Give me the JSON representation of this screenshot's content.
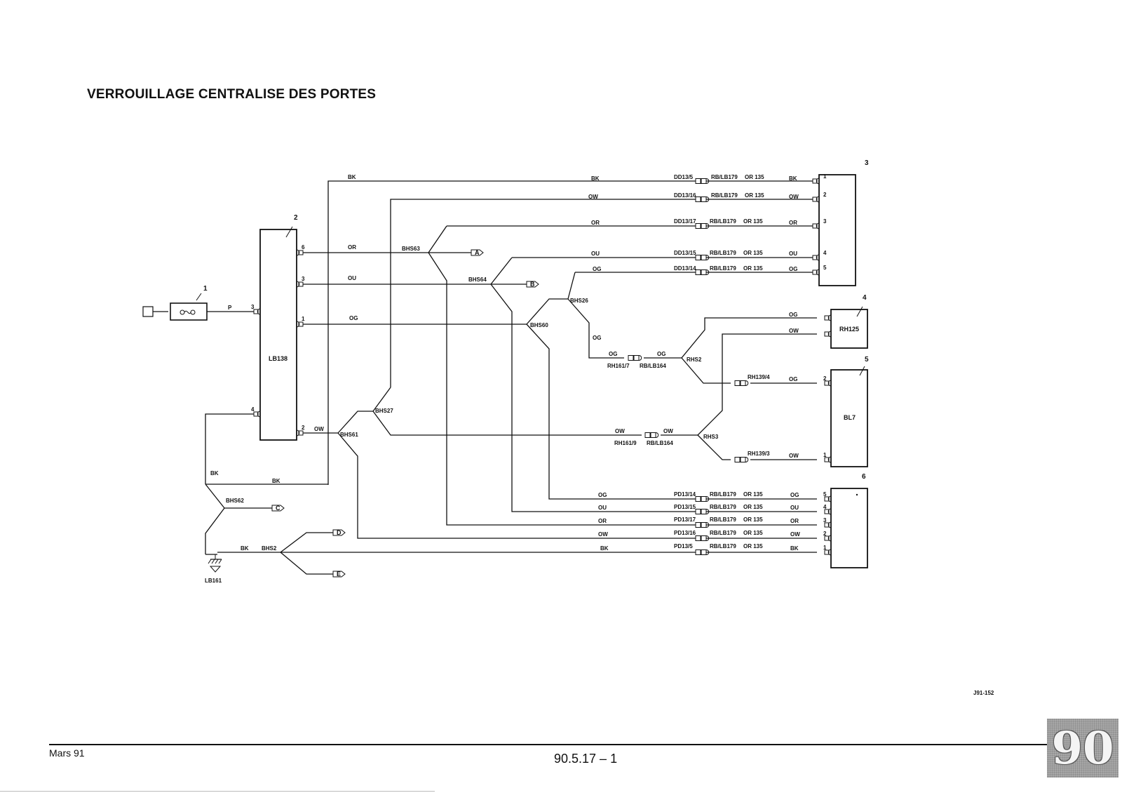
{
  "title": "VERROUILLAGE CENTRALISE DES PORTES",
  "footer": {
    "date": "Mars 91",
    "page_number": "90.5.17 – 1",
    "section_tab": "90"
  },
  "ref_code": "J91-152",
  "components": {
    "c1": {
      "number": "1"
    },
    "c2": {
      "number": "2",
      "label": "LB138"
    },
    "c3": {
      "number": "3"
    },
    "c4": {
      "number": "4",
      "label": "RH125"
    },
    "c5": {
      "number": "5",
      "label": "BL7"
    },
    "c6": {
      "number": "6"
    }
  },
  "splices": [
    "BHS63",
    "BHS64",
    "BHS26",
    "BHS60",
    "BHS27",
    "BHS61",
    "BHS62",
    "BHS2",
    "RHS2",
    "RHS3"
  ],
  "ground": "LB161",
  "offpage_markers": [
    "A",
    "B",
    "C",
    "D",
    "E"
  ],
  "wire_colors": {
    "bk": "BK",
    "ow": "OW",
    "or": "OR",
    "ou": "OU",
    "og": "OG",
    "p": "P"
  },
  "connectors": {
    "rb_lb179": "RB/LB179",
    "or135": "OR 135",
    "dd13_5": "DD13/5",
    "dd13_16": "DD13/16",
    "dd13_17": "DD13/17",
    "dd13_15": "DD13/15",
    "dd13_14": "DD13/14",
    "pd13_14": "PD13/14",
    "pd13_15": "PD13/15",
    "pd13_17": "PD13/17",
    "pd13_16": "PD13/16",
    "pd13_5": "PD13/5",
    "rh161_7": "RH161/7",
    "rh161_9": "RH161/9",
    "rb_lb164": "RB/LB164",
    "rh139_4": "RH139/4",
    "rh139_3": "RH139/3"
  },
  "pins": {
    "p1": "1",
    "p2": "2",
    "p3": "3",
    "p4": "4",
    "p5": "5",
    "p6": "6"
  }
}
